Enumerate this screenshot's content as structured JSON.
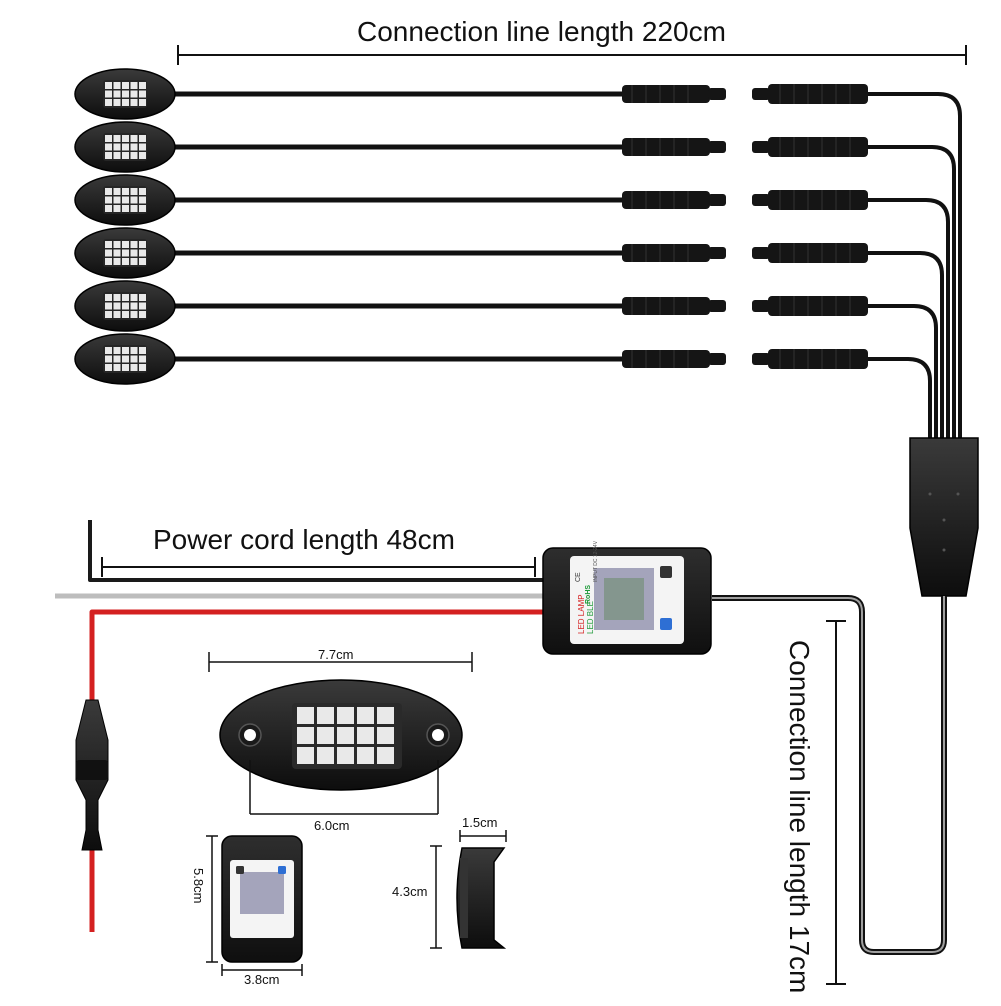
{
  "labels": {
    "connection_line_main": "Connection line length 220cm",
    "power_cord": "Power cord length 48cm",
    "connection_line_short": "Connection line length 17cm",
    "lamp_width": "7.7cm",
    "lamp_inner_width": "6.0cm",
    "controller_height": "5.8cm",
    "controller_width": "3.8cm",
    "lamp_depth": "1.5cm",
    "lamp_side_height": "4.3cm"
  },
  "controller_label": {
    "brand_top": "LED LAMP",
    "brand_bottom": "LED BLE",
    "cert": "RoHS",
    "ce": "CE",
    "spec": "INPUT DC 12-24V"
  },
  "lamp_count": 6,
  "colors": {
    "cable": "#111111",
    "red_wire": "#d42020",
    "grey_wire": "#b9b9b9",
    "led": "#e9e9e9"
  }
}
